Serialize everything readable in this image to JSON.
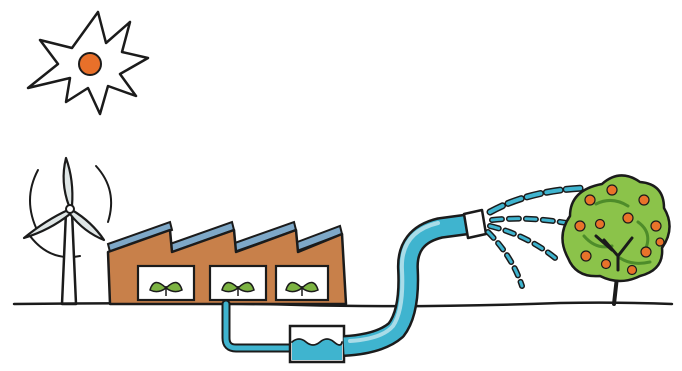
{
  "illustration": {
    "elements": [
      "sun",
      "wind-turbine",
      "greenhouse-factory",
      "solar-panels",
      "seedlings",
      "water-pipe",
      "water-tank",
      "hose-spray",
      "fruit-tree",
      "ground-line"
    ]
  },
  "colors": {
    "background": "#ffffff",
    "ink": "#1b1b1b",
    "sun_rays": "#f7e07a",
    "sun_core": "#e8702a",
    "factory": "#c8804a",
    "solar_panel": "#7ea8c8",
    "seedling": "#7cb342",
    "water": "#3fb4cf",
    "water_light": "#a9dce8",
    "tree_canopy": "#8bc34a",
    "tree_canopy_dark": "#4e8c2a",
    "fruit": "#e8732a"
  }
}
